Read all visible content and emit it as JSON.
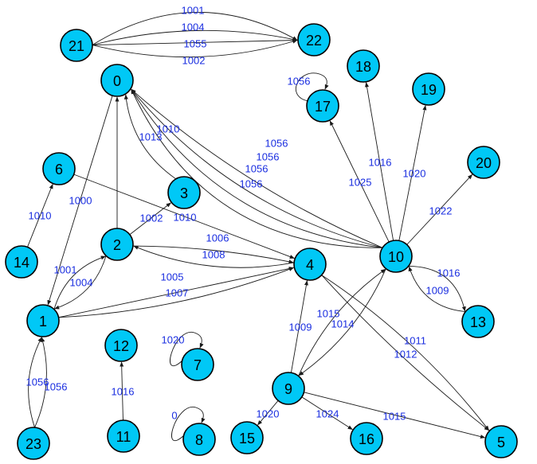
{
  "colors": {
    "node_fill": "#00c8f6",
    "node_stroke": "#000000",
    "edge": "#1a1a1a",
    "edge_label": "#1a2ee0"
  },
  "nodes": [
    "0",
    "1",
    "2",
    "3",
    "4",
    "5",
    "6",
    "7",
    "8",
    "9",
    "10",
    "11",
    "12",
    "13",
    "14",
    "15",
    "16",
    "17",
    "18",
    "19",
    "20",
    "21",
    "22",
    "23"
  ],
  "edges": [
    {
      "from": "21",
      "to": "22",
      "label": "1001"
    },
    {
      "from": "21",
      "to": "22",
      "label": "1004"
    },
    {
      "from": "21",
      "to": "22",
      "label": "1055"
    },
    {
      "from": "21",
      "to": "22",
      "label": "1002"
    },
    {
      "from": "17",
      "to": "17",
      "label": "1056"
    },
    {
      "from": "10",
      "to": "18",
      "label": "1016"
    },
    {
      "from": "10",
      "to": "19",
      "label": "1020"
    },
    {
      "from": "10",
      "to": "20",
      "label": "1022"
    },
    {
      "from": "10",
      "to": "17",
      "label": "1025"
    },
    {
      "from": "10",
      "to": "0",
      "label": "1056"
    },
    {
      "from": "10",
      "to": "0",
      "label": "1056"
    },
    {
      "from": "10",
      "to": "0",
      "label": "1056"
    },
    {
      "from": "10",
      "to": "0",
      "label": "1056"
    },
    {
      "from": "3",
      "to": "0",
      "label": "1010"
    },
    {
      "from": "2",
      "to": "0",
      "label": "1013"
    },
    {
      "from": "0",
      "to": "1",
      "label": "1000"
    },
    {
      "from": "6",
      "to": "4",
      "label": "1010"
    },
    {
      "from": "14",
      "to": "6",
      "label": "1010"
    },
    {
      "from": "2",
      "to": "3",
      "label": "1002"
    },
    {
      "from": "4",
      "to": "2",
      "label": "1006"
    },
    {
      "from": "2",
      "to": "4",
      "label": "1008"
    },
    {
      "from": "1",
      "to": "2",
      "label": "1001"
    },
    {
      "from": "2",
      "to": "1",
      "label": "1004"
    },
    {
      "from": "1",
      "to": "4",
      "label": "1005"
    },
    {
      "from": "1",
      "to": "4",
      "label": "1007"
    },
    {
      "from": "10",
      "to": "13",
      "label": "1016"
    },
    {
      "from": "13",
      "to": "10",
      "label": "1009"
    },
    {
      "from": "9",
      "to": "10",
      "label": "1015"
    },
    {
      "from": "10",
      "to": "9",
      "label": "1014"
    },
    {
      "from": "9",
      "to": "4",
      "label": "1009"
    },
    {
      "from": "4",
      "to": "5",
      "label": "1011"
    },
    {
      "from": "4",
      "to": "5",
      "label": "1012"
    },
    {
      "from": "9",
      "to": "5",
      "label": "1015"
    },
    {
      "from": "9",
      "to": "15",
      "label": "1020"
    },
    {
      "from": "9",
      "to": "16",
      "label": "1024"
    },
    {
      "from": "7",
      "to": "7",
      "label": "1020"
    },
    {
      "from": "8",
      "to": "8",
      "label": "0"
    },
    {
      "from": "11",
      "to": "12",
      "label": "1016"
    },
    {
      "from": "23",
      "to": "1",
      "label": "1056"
    },
    {
      "from": "23",
      "to": "1",
      "label": "1056"
    }
  ]
}
